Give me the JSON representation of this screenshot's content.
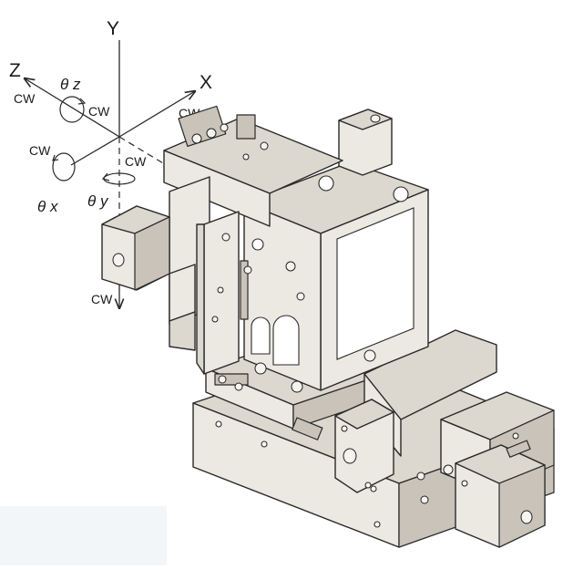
{
  "axes": {
    "y": "Y",
    "x": "X",
    "z": "Z"
  },
  "rotations": {
    "theta_z": "θ z",
    "theta_x": "θ x",
    "theta_y": "θ y"
  },
  "direction_labels": {
    "cw_z_left": "CW",
    "cw_z_right": "CW",
    "cw_x_axis": "CW",
    "cw_theta_x": "CW",
    "cw_theta_y": "CW",
    "cw_y_down": "CW"
  }
}
